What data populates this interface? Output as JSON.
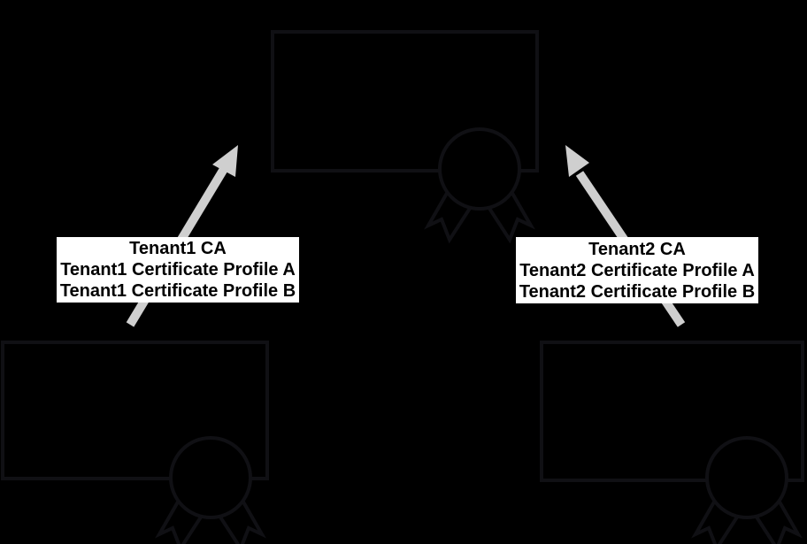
{
  "colors": {
    "background": "#000000",
    "stroke": "#101014",
    "arrow": "#cfcfcf",
    "label_bg": "#ffffff",
    "label_text": "#000000"
  },
  "labels": {
    "tenant1": {
      "lines": [
        "Tenant1 CA",
        "Tenant1 Certificate Profile A",
        "Tenant1 Certificate Profile B"
      ]
    },
    "tenant2": {
      "lines": [
        "Tenant2 CA",
        "Tenant2 Certificate Profile A",
        "Tenant2 Certificate Profile B"
      ]
    }
  },
  "icons": {
    "root_certificate": "certificate-icon",
    "tenant1_certificate": "certificate-icon",
    "tenant2_certificate": "certificate-icon",
    "tenant1_arrow": "arrow-up-right-icon",
    "tenant2_arrow": "arrow-up-left-icon"
  }
}
